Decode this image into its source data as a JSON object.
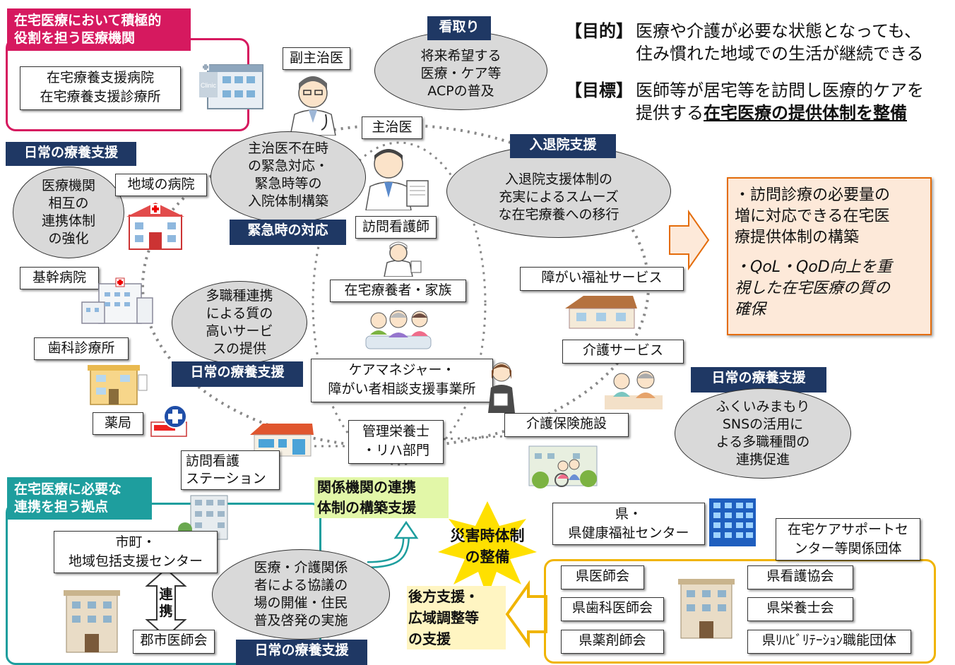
{
  "colors": {
    "navy": "#1f3864",
    "magenta": "#d6195f",
    "teal": "#1e9e9e",
    "orange": "#f0b400",
    "ellipse": "#d9d9d9",
    "result_bg": "#fde9d9",
    "result_border": "#e46c0a"
  },
  "top_left": {
    "header": "在宅医療において積極的\n役割を担う医療機関",
    "content": "在宅療養支援病院\n在宅療養支援診療所",
    "icon": "clinic-icon"
  },
  "goal": {
    "purpose_label": "【目的】",
    "purpose_text": "医療や介護が必要な状態となっても、\n住み慣れた地域での生活が継続できる",
    "target_label": "【目標】",
    "target_line1": "医師等が居宅等を訪問し医療的ケアを",
    "target_line2_plain": "提供する",
    "target_line2_underlined": "在宅医療の提供体制を整備"
  },
  "label_mitori": "看取り",
  "ellipse_mitori": "将来希望する\n医療・ケア等\nACPの普及",
  "label_fuku": "副主治医",
  "label_shuji": "主治医",
  "label_nyutai": "入退院支援",
  "ellipse_nyutai": "入退院支援体制の\n充実によるスムーズ\nな在宅療養への移行",
  "label_nichijo_1": "日常の療養支援",
  "ellipse_nichijo_1": "医療機関\n相互の\n連携体制\nの強化",
  "label_chiiki_byoin": "地域の病院",
  "ellipse_kinkyu": "主治医不在時\nの緊急対応・\n緊急時等の\n入院体制構築",
  "label_kinkyu": "緊急時の対応",
  "label_homon_kango": "訪問看護師",
  "label_kikan_byoin": "基幹病院",
  "ellipse_tashoku": "多職種連携\nによる質の\n高いサービ\nスの提供",
  "label_nichijo_2": "日常の療養支援",
  "label_shika": "歯科診療所",
  "label_yakkyoku": "薬局",
  "label_zaitaku_kazoku": "在宅療養者・家族",
  "label_caremanager": "ケアマネジャー・\n障がい者相談支援事業所",
  "label_shogai_fukushi": "障がい福祉サービス",
  "label_kaigo_service": "介護サービス",
  "label_kaigo_hoken": "介護保険施設",
  "label_eiyoshi": "管理栄養士\n・リハ部門",
  "label_homon_station": "訪問看護\nステーション",
  "label_nichijo_3": "日常の療養支援",
  "ellipse_fukui": "ふくいみまもり\nSNSの活用に\nよる多職種間の\n連携促進",
  "results": {
    "item1": "・訪問診療の必要量の\n増に対応できる在宅医\n療提供体制の構築",
    "item2": "・QoL・QoD向上を重\n視した在宅医療の質の\n確保"
  },
  "bottom_left": {
    "header": "在宅医療に必要な\n連携を担う拠点",
    "center": "市町・\n地域包括支援センター",
    "link": "連\n携",
    "gunshi": "郡市医師会"
  },
  "ellipse_kyogi": "医療・介護関係\n者による協議の\n場の開催・住民\n普及啓発の実施",
  "label_nichijo_4": "日常の療養支援",
  "kankei": "関係機関の連携\n体制の構築支援",
  "saigai": "災害時体制\nの整備",
  "kenkou": "県・\n県健康福祉センター",
  "support_title": "在宅ケアサポートセ\nンター等関係団体",
  "orgs_left": [
    "県医師会",
    "県歯科医師会",
    "県薬剤師会"
  ],
  "orgs_right": [
    "県看護協会",
    "県栄養士会",
    "県ﾘﾊﾋﾞﾘﾃｰｼｮﾝ職能団体"
  ],
  "kouhou": "後方支援・\n広域調整等\nの支援"
}
